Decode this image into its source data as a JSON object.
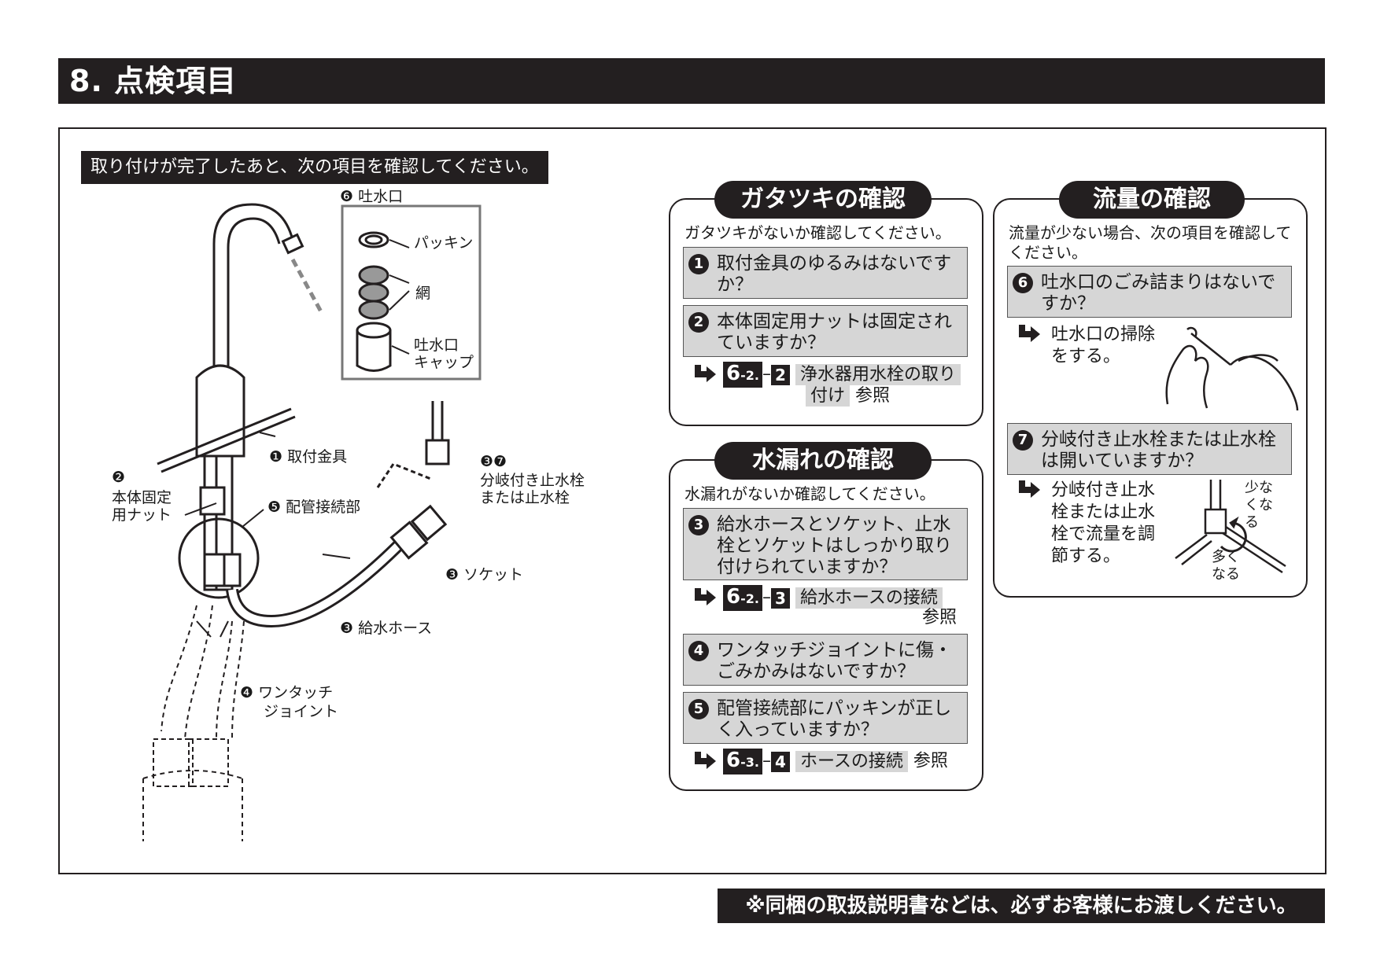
{
  "header": {
    "title": "8. 点検項目"
  },
  "intro": "取り付けが完了したあと、次の項目を確認してください。",
  "illustration": {
    "labels": {
      "spout_outlet": "❻ 吐水口",
      "packing": "パッキン",
      "mesh": "網",
      "cap_line1": "吐水口",
      "cap_line2": "キャップ",
      "bracket": "❶ 取付金具",
      "nut_num": "❷",
      "nut_line1": "本体固定",
      "nut_line2": "用ナット",
      "pipe_joint": "❺ 配管接続部",
      "valve_num": "❸❼",
      "valve_line1": "分岐付き止水栓",
      "valve_line2": "または止水栓",
      "socket": "❸ ソケット",
      "hose": "❸ 給水ホース",
      "onetouch_line1": "❹ ワンタッチ",
      "onetouch_line2": "ジョイント"
    }
  },
  "rattle": {
    "title": "ガタツキの確認",
    "lead": "ガタツキがないか確認してください。",
    "items": [
      {
        "num": "1",
        "text": "取付金具のゆるみはないですか？"
      },
      {
        "num": "2",
        "text": "本体固定用ナットは固定されていますか？"
      }
    ],
    "ref": {
      "sec": "6",
      "sub": "-2.",
      "num": "2",
      "title_line1": "浄水器用水栓の取り",
      "title_line2": "付け",
      "suffix": "参照"
    }
  },
  "leak": {
    "title": "水漏れの確認",
    "lead": "水漏れがないか確認してください。",
    "items": [
      {
        "num": "3",
        "text": "給水ホースとソケット、止水栓とソケットはしっかり取り付けられていますか？"
      },
      {
        "num": "4",
        "text": "ワンタッチジョイントに傷・ごみかみはないですか？"
      },
      {
        "num": "5",
        "text": "配管接続部にパッキンが正しく入っていますか？"
      }
    ],
    "ref1": {
      "sec": "6",
      "sub": "-2.",
      "num": "3",
      "title": "給水ホースの接続",
      "suffix": "参照"
    },
    "ref2": {
      "sec": "6",
      "sub": "-3.",
      "num": "4",
      "title": "ホースの接続",
      "suffix": "参照"
    }
  },
  "flow": {
    "title": "流量の確認",
    "lead": "流量が少ない場合、次の項目を確認してください。",
    "items": [
      {
        "num": "6",
        "text": "吐水口のごみ詰まりはないですか？"
      },
      {
        "num": "7",
        "text": "分岐付き止水栓または止水栓は開いていますか？"
      }
    ],
    "action1": "吐水口の掃除をする。",
    "action2": "分岐付き止水栓または止水栓で流量を調節する。",
    "less": "少なくなる",
    "more": "多くなる"
  },
  "footer": "※同梱の取扱説明書などは、必ずお客様にお渡しください。"
}
